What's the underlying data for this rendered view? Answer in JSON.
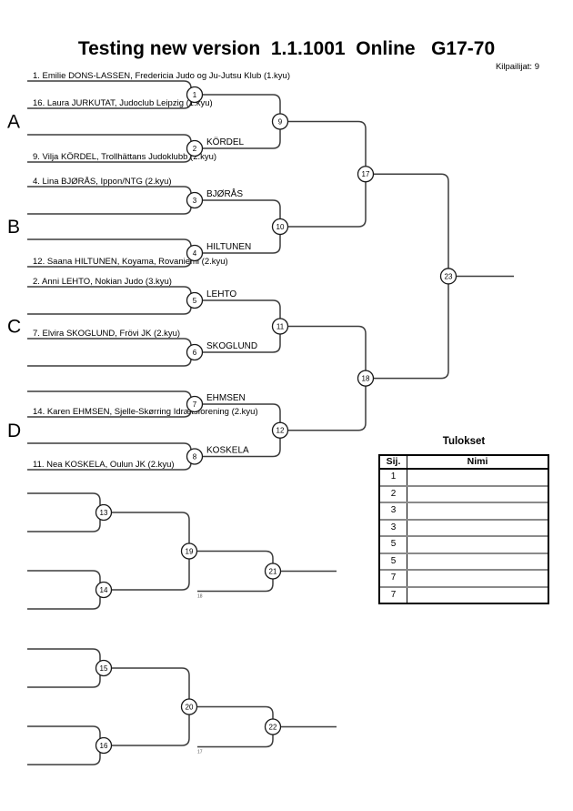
{
  "header": {
    "title": "Testing new version  1.1.1001  Online   G17-70",
    "participants_label": "Kilpailijat: 9"
  },
  "bracket": {
    "groups": [
      "A",
      "B",
      "C",
      "D"
    ],
    "slots": [
      {
        "text": "1. Emilie DONS-LASSEN, Fredericia Judo og Ju-Jutsu Klub (1.kyu)"
      },
      {
        "text": "16. Laura JURKUTAT, Judoclub Leipzig (1.kyu)"
      },
      {
        "text": ""
      },
      {
        "text": "9. Vilja KÖRDEL, Trollhättans Judoklubb (2.kyu)"
      },
      {
        "text": "4. Lina BJØRÅS, Ippon/NTG (2.kyu)"
      },
      {
        "text": ""
      },
      {
        "text": ""
      },
      {
        "text": "12. Saana HILTUNEN, Koyama, Rovaniemi (2.kyu)"
      },
      {
        "text": "2. Anni LEHTO, Nokian Judo (3.kyu)"
      },
      {
        "text": ""
      },
      {
        "text": "7. Elvira SKOGLUND, Frövi JK (2.kyu)"
      },
      {
        "text": ""
      },
      {
        "text": ""
      },
      {
        "text": "14. Karen EHMSEN, Sjelle-Skørring Idrætsforening (2.kyu)"
      },
      {
        "text": ""
      },
      {
        "text": "11. Nea KOSKELA, Oulun JK (2.kyu)"
      }
    ],
    "round1_winners": [
      "",
      "KÖRDEL",
      "BJØRÅS",
      "HILTUNEN",
      "LEHTO",
      "SKOGLUND",
      "EHMSEN",
      "KOSKELA"
    ],
    "match_numbers": {
      "round1": [
        "1",
        "2",
        "3",
        "4",
        "5",
        "6",
        "7",
        "8"
      ],
      "round2": [
        "9",
        "10",
        "11",
        "12"
      ],
      "semis": [
        "17",
        "18"
      ],
      "final": "23"
    },
    "repechage": {
      "bracket1": {
        "round1": [
          "13",
          "14"
        ],
        "round2": "19",
        "final": "21",
        "drop_in": "18"
      },
      "bracket2": {
        "round1": [
          "15",
          "16"
        ],
        "round2": "20",
        "final": "22",
        "drop_in": "17"
      }
    }
  },
  "results_table": {
    "title": "Tulokset",
    "columns": [
      "Sij.",
      "Nimi"
    ],
    "rows": [
      {
        "pos": "1",
        "name": ""
      },
      {
        "pos": "2",
        "name": ""
      },
      {
        "pos": "3",
        "name": ""
      },
      {
        "pos": "3",
        "name": ""
      },
      {
        "pos": "5",
        "name": ""
      },
      {
        "pos": "5",
        "name": ""
      },
      {
        "pos": "7",
        "name": ""
      },
      {
        "pos": "7",
        "name": ""
      }
    ]
  }
}
